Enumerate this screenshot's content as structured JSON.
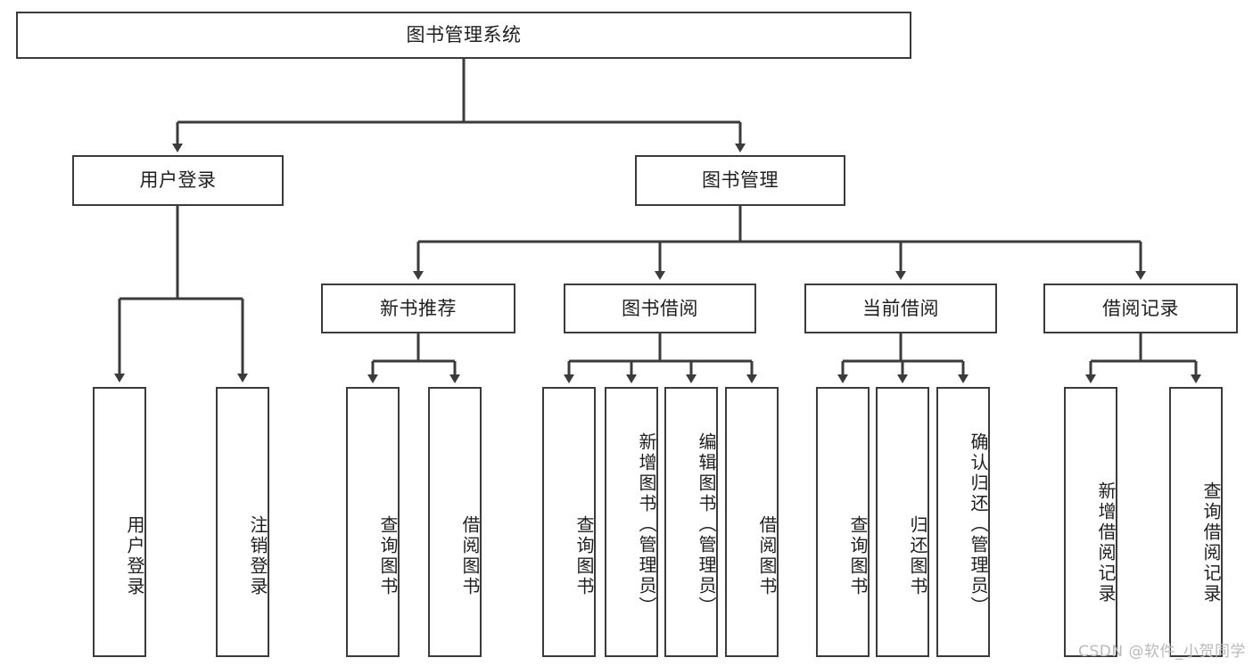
{
  "diagram": {
    "title": "图书管理系统",
    "watermark": "CSDN @软件_小贺同学",
    "line_color": "#3b3b3d",
    "background_color": "#ffffff",
    "text_color": "#1f1f1f",
    "nodes": {
      "root": "图书管理系统",
      "level1": {
        "user_login": "用户登录",
        "book_manage": "图书管理"
      },
      "level2": {
        "new_book_recommend": "新书推荐",
        "book_borrow": "图书借阅",
        "current_borrow": "当前借阅",
        "borrow_record": "借阅记录"
      },
      "leaves": {
        "user_login_1": "用户登录",
        "user_login_2": "注销登录",
        "recommend_1": "查询图书",
        "recommend_2": "借阅图书",
        "borrow_1": "查询图书",
        "borrow_2": "新增图书（管理员）",
        "borrow_3": "编辑图书（管理员）",
        "borrow_4": "借阅图书",
        "current_1": "查询图书",
        "current_2": "归还图书",
        "current_3": "确认归还（管理员）",
        "record_1": "新增借阅记录",
        "record_2": "查询借阅记录"
      }
    }
  }
}
